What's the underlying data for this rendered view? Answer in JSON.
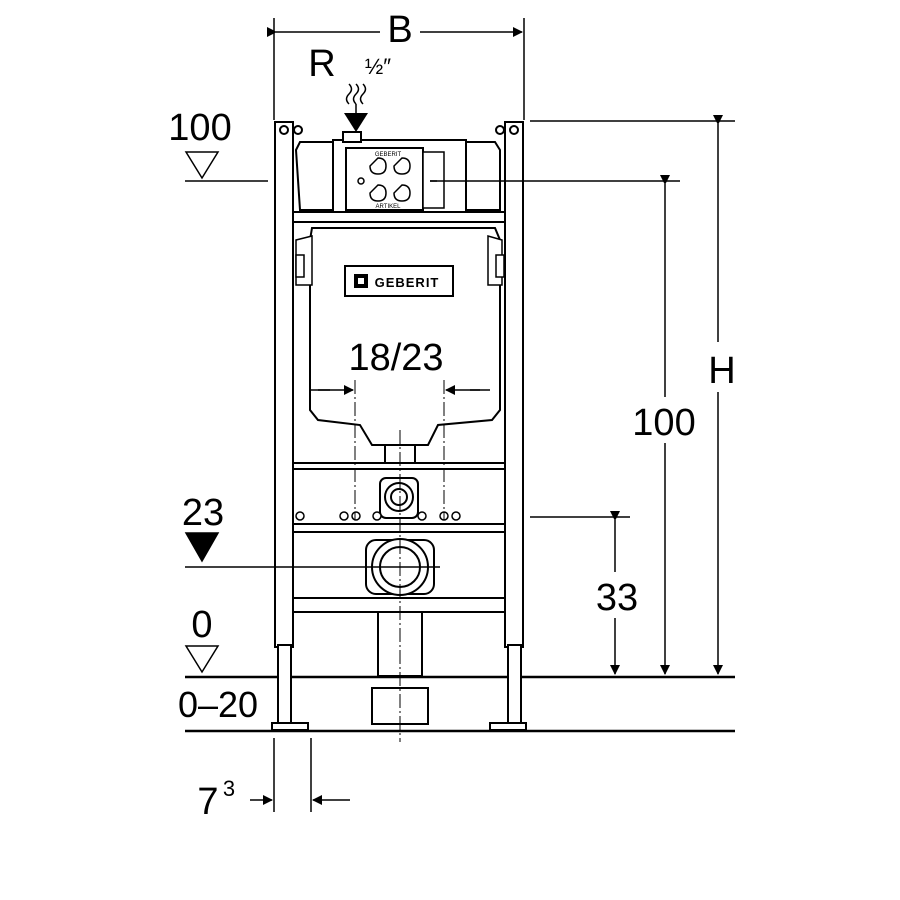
{
  "labels": {
    "width": "B",
    "thread": "R",
    "thread_size": "½″",
    "height": "H",
    "fill_height": "100",
    "frame_height": "100",
    "pipe_spacing": "18/23",
    "drain_height": "23",
    "connection_height": "33",
    "floor_level": "0",
    "floor_range": "0–20",
    "offset": "7",
    "offset_exp": "3"
  },
  "logo": {
    "text": "GEBERIT"
  },
  "cistern_plate": {
    "top_text": "GEBERIT",
    "bottom_text": "ARTIKEL"
  }
}
